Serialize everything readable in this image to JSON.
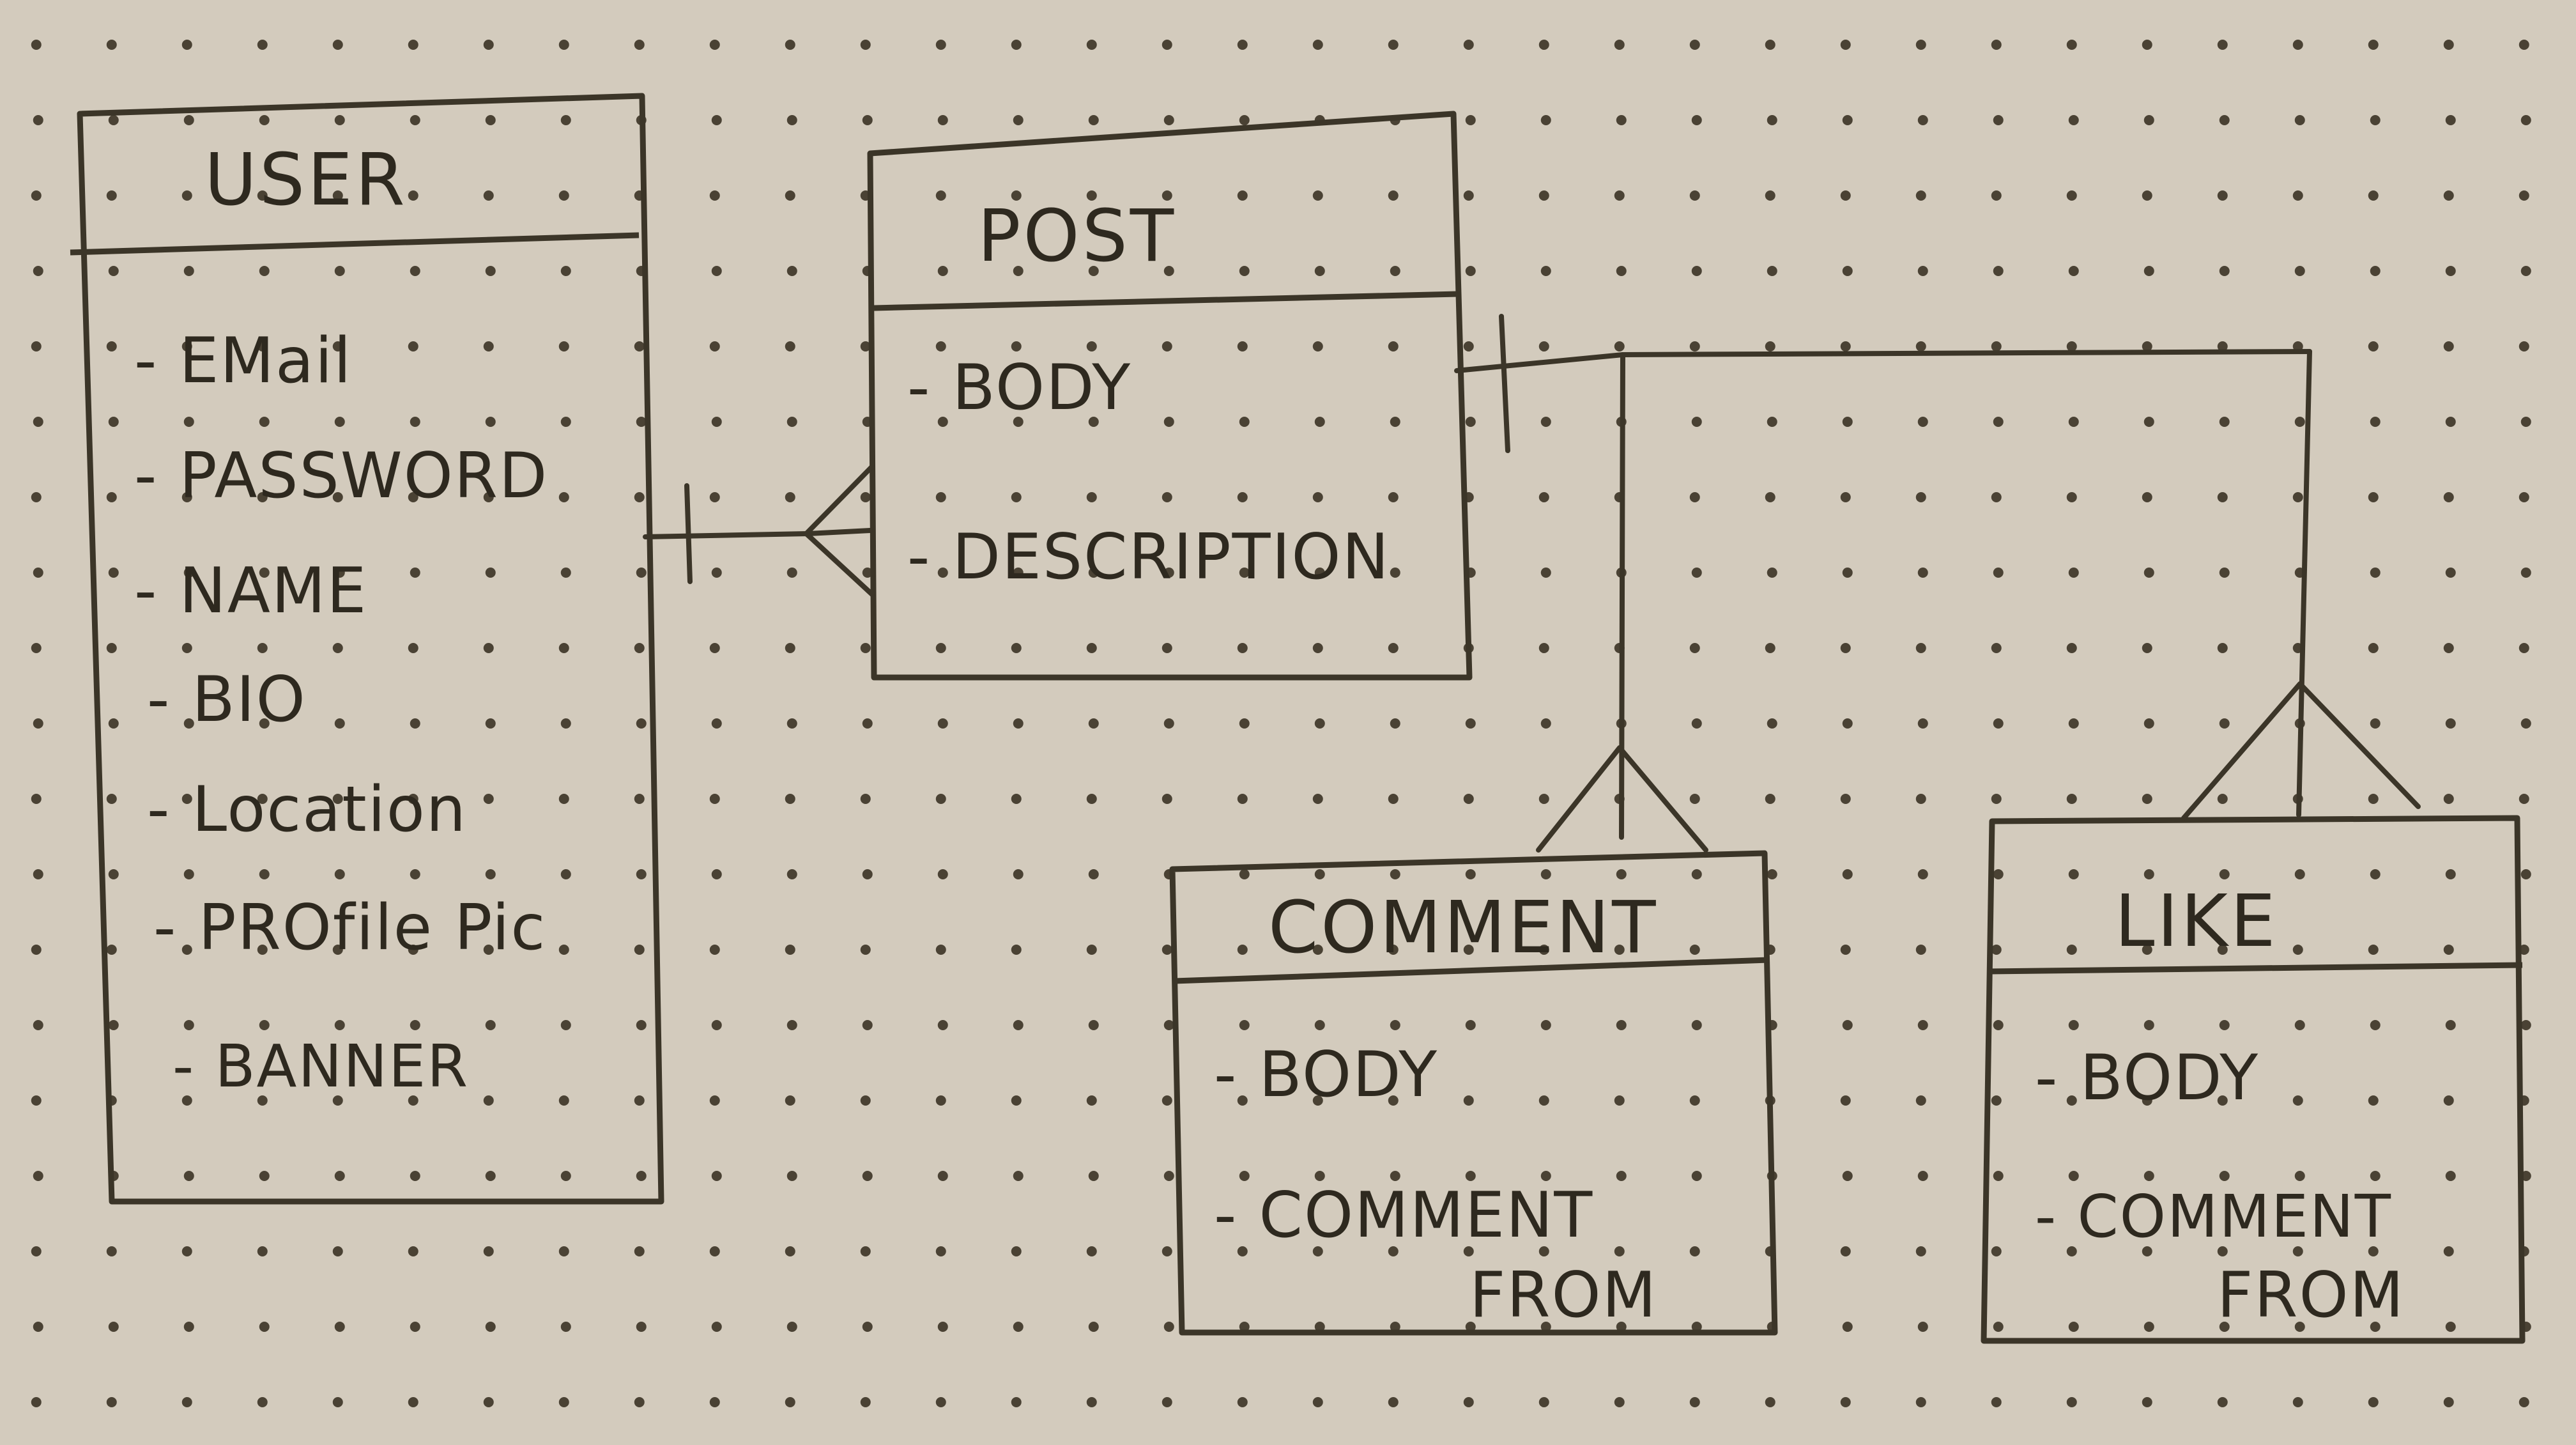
{
  "colors": {
    "paper": "#d3cbbd",
    "ink": "#3b3528",
    "dots": "#4a4234"
  },
  "entities": {
    "user": {
      "title": "USER",
      "attributes": [
        "- EMail",
        "- PASSWORD",
        "- NAME",
        "- BIO",
        "- Location",
        "- PROfile Pic",
        "- BANNER"
      ]
    },
    "post": {
      "title": "POST",
      "attributes": [
        "- BODY",
        "- DESCRIPTION"
      ]
    },
    "comment": {
      "title": "COMMENT",
      "attributes": [
        "- BODY",
        "- COMMENT",
        "FROM"
      ]
    },
    "like": {
      "title": "LIKE",
      "attributes": [
        "- BODY",
        "- COMMENT",
        "FROM"
      ]
    }
  },
  "relationships": [
    {
      "from": "USER",
      "to": "POST",
      "cardinality": "one-to-many"
    },
    {
      "from": "POST",
      "to": "COMMENT",
      "cardinality": "one-to-many"
    },
    {
      "from": "POST",
      "to": "LIKE",
      "cardinality": "one-to-many"
    }
  ]
}
